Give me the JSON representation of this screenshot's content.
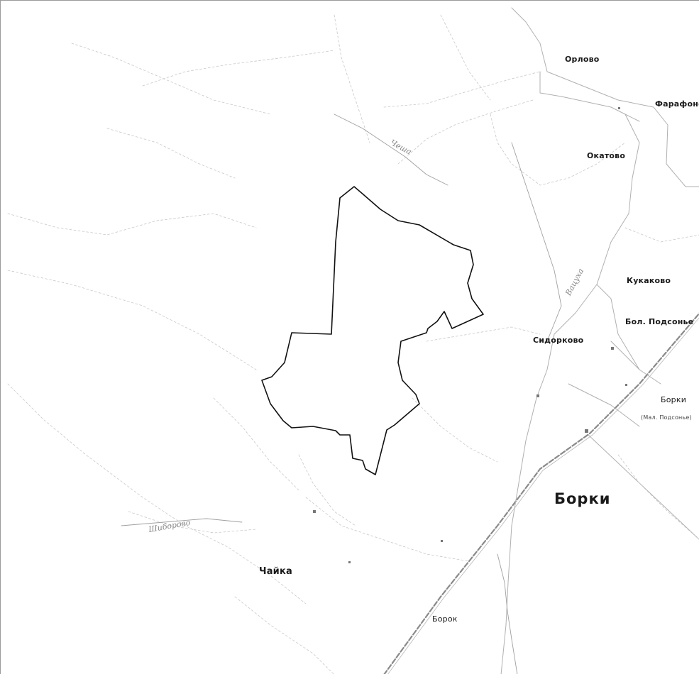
{
  "map": {
    "settlements": {
      "orlovo": "Орлово",
      "farafonovo": "Фарафоново",
      "okatovo": "Окатово",
      "kukakovo": "Кукаково",
      "bol_podsonye": "Бол. Подсонье",
      "sidorkovo": "Сидорково",
      "borki_village": "Борки",
      "borki_village_alt": "(Мал. Подсонье)",
      "borki_town": "Борки",
      "chayka": "Чайка",
      "borok": "Борок"
    },
    "rivers": {
      "chesha": "Чеша",
      "vatsukha": "Вацуха",
      "gorodishe": "Шиборово"
    }
  }
}
